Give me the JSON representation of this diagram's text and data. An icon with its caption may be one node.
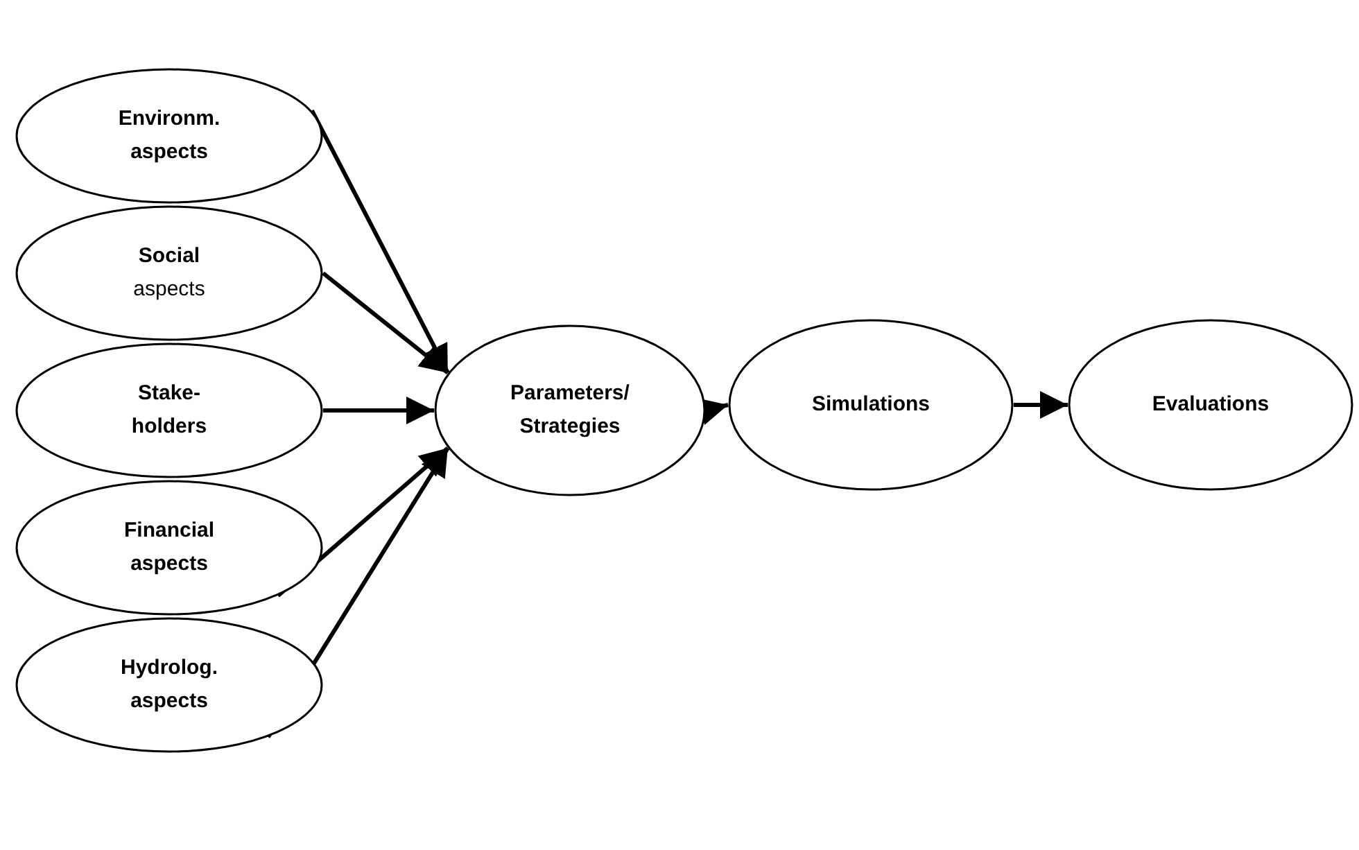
{
  "diagram": {
    "nodes": [
      {
        "text": [
          "Environm. aspects"
        ]
      },
      {
        "text": [
          "**Social** aspects"
        ]
      },
      {
        "text": [
          "Stake- holders"
        ]
      },
      {
        "text": [
          "Financial aspects"
        ]
      },
      {
        "text": [
          "Hydrolog. aspects"
        ]
      },
      {
        "text": [
          "Parameters/ Strategies"
        ]
      },
      {
        "text": [
          "Simulations"
        ]
      },
      {
        "text": [
          "Evaluations"
        ]
      }
    ],
    "edges": [
      {
        "from": 0,
        "to": 5,
        "arrow": "to"
      },
      {
        "from": 1,
        "to": 5,
        "arrow": "to"
      },
      {
        "from": 2,
        "to": 5,
        "arrow": "to"
      },
      {
        "from": 3,
        "to": 5,
        "arrow": "to"
      },
      {
        "from": 4,
        "to": 5,
        "arrow": "to"
      },
      {
        "from": 5,
        "to": 6,
        "arrow": "to"
      },
      {
        "from": 6,
        "to": 7,
        "arrow": "to"
      }
    ]
  }
}
